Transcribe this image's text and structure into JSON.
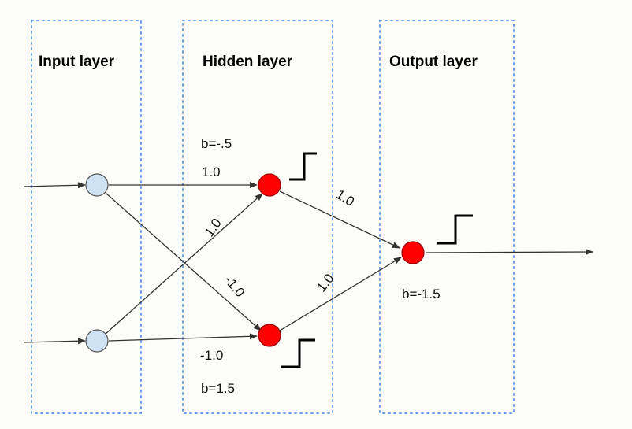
{
  "layers": {
    "input": {
      "title": "Input layer"
    },
    "hidden": {
      "title": "Hidden layer"
    },
    "output": {
      "title": "Output layer"
    }
  },
  "weights": {
    "in1_to_h1": "1.0",
    "in2_to_h1": "1.0",
    "in1_to_h2": "-1.0",
    "in2_to_h2": "-1.0",
    "h1_to_out": "1.0",
    "h2_to_out": "1.0"
  },
  "biases": {
    "h1": "b=-.5",
    "h2": "b=1.5",
    "out": "b=-1.5"
  },
  "colors": {
    "input_node": "#cfe2f3",
    "hidden_node": "#ff0000",
    "output_node": "#ff0000",
    "layer_border": "#6d9eeb",
    "edge": "#333333",
    "background": "#fcfcf8"
  },
  "icons": [
    "step-function-icon",
    "arrow-icon"
  ]
}
